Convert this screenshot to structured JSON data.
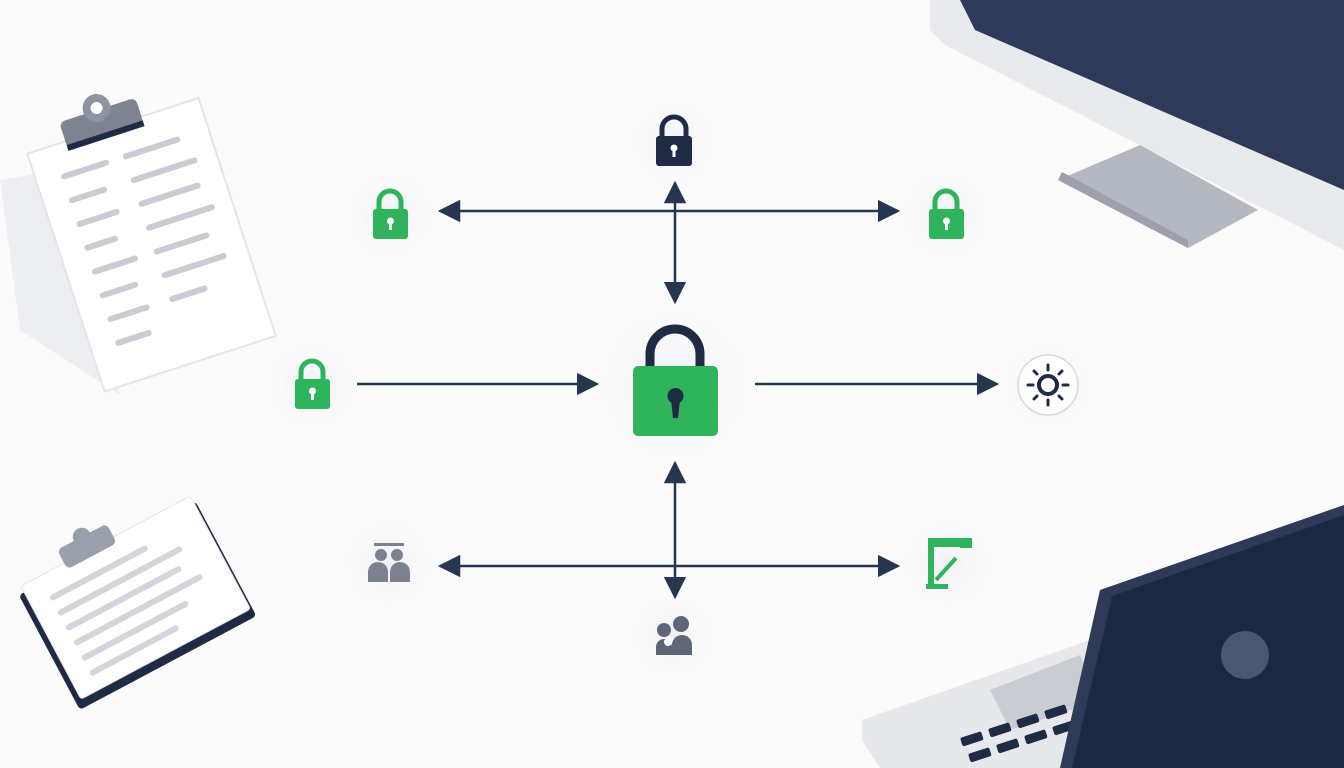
{
  "scene": {
    "description_free": true,
    "colors": {
      "background": "#fbfbfc",
      "accent_green": "#2fb45c",
      "navy": "#1f2a44",
      "gray": "#7b8190",
      "light_gray": "#d6d9de"
    },
    "nodes": [
      {
        "id": "top-center",
        "icon": "padlock-dark-icon"
      },
      {
        "id": "top-left",
        "icon": "padlock-green-icon"
      },
      {
        "id": "top-right",
        "icon": "padlock-green-icon"
      },
      {
        "id": "center",
        "icon": "padlock-large-green-icon"
      },
      {
        "id": "middle-left",
        "icon": "padlock-green-icon"
      },
      {
        "id": "middle-right",
        "icon": "sun-settings-icon"
      },
      {
        "id": "bottom-left",
        "icon": "users-icon"
      },
      {
        "id": "bottom-right",
        "icon": "flag-chart-icon"
      },
      {
        "id": "bottom-center",
        "icon": "team-icon"
      }
    ],
    "decor": [
      "clipboard-large",
      "clipboard-small",
      "desktop-monitor",
      "laptop"
    ]
  }
}
